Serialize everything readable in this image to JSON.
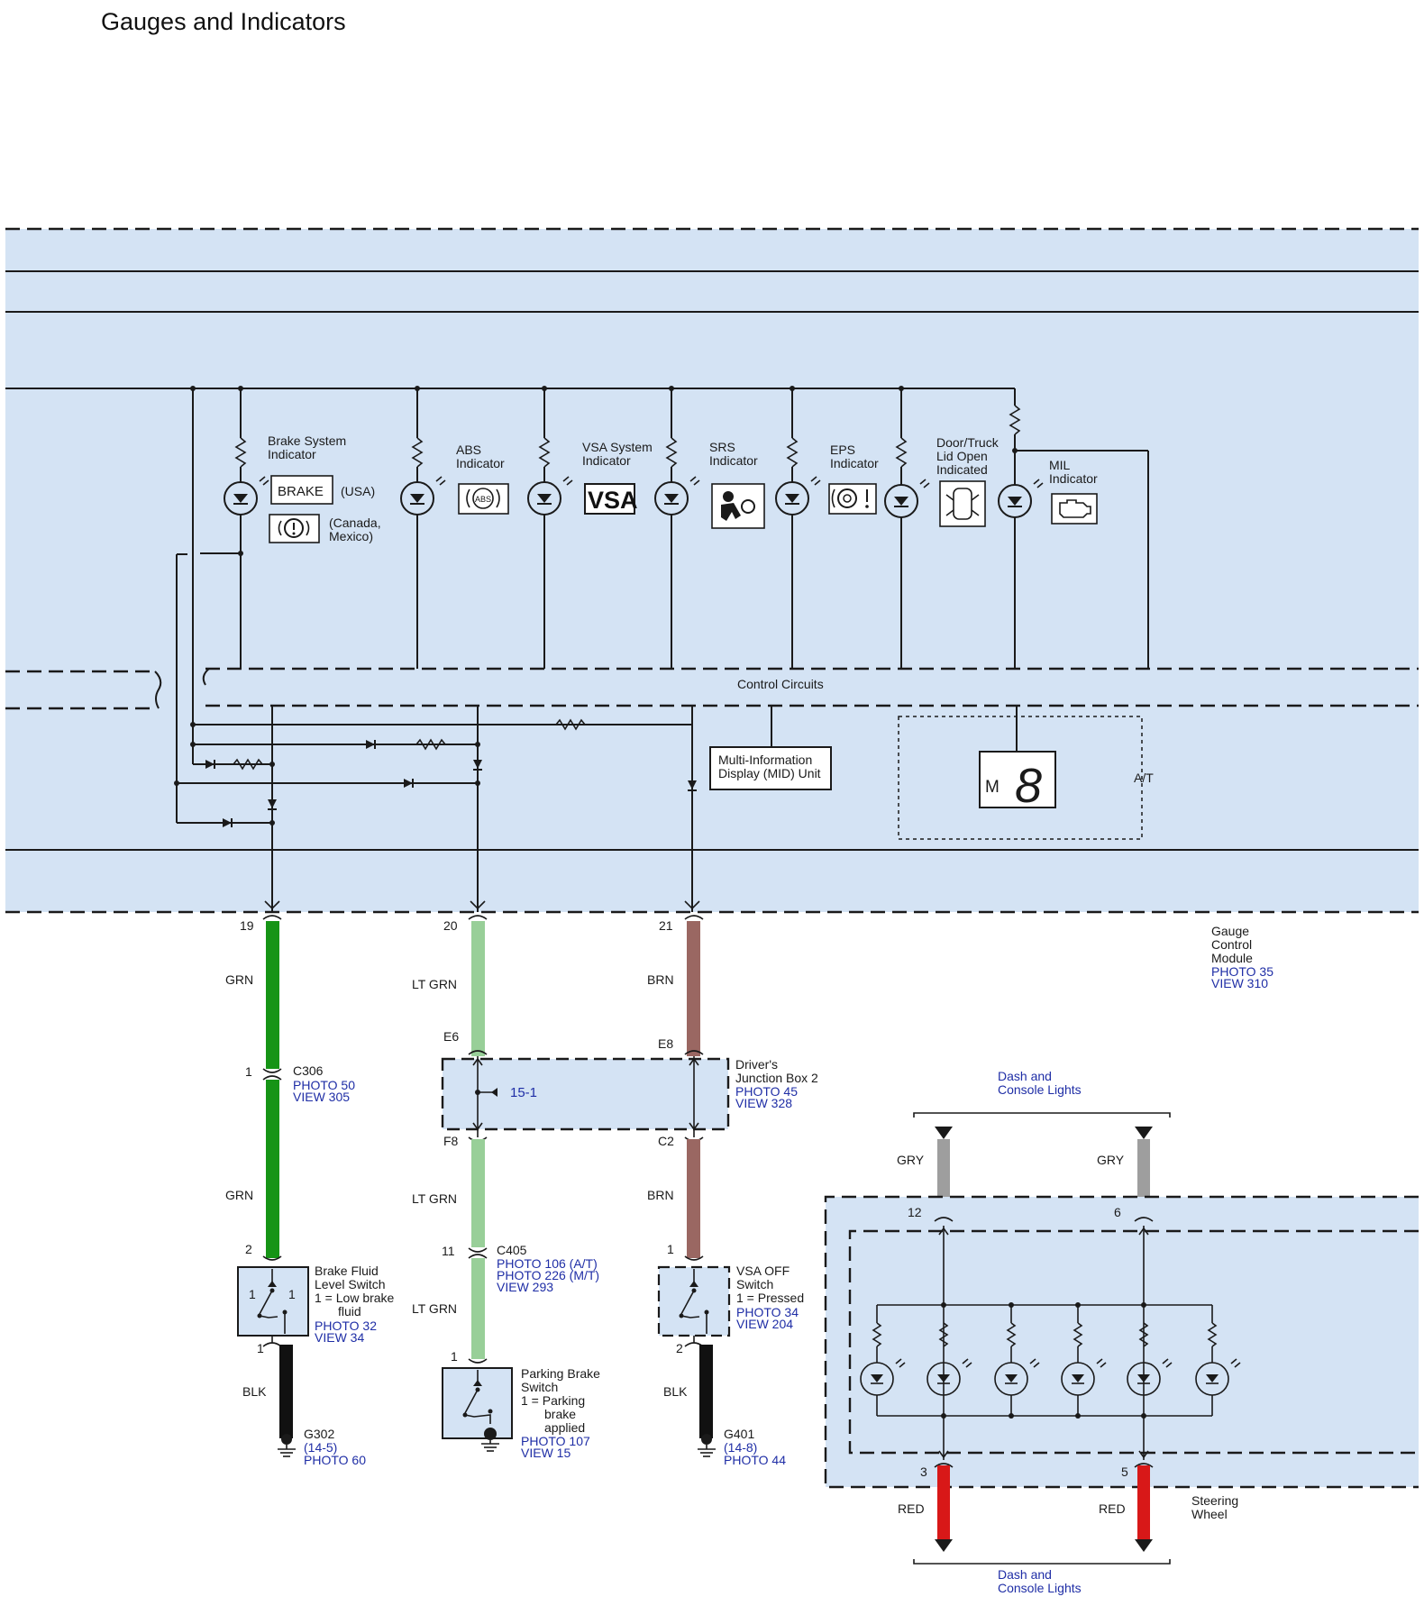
{
  "page_title": "Gauges and Indicators",
  "gauge_module": {
    "label_lines": [
      "Gauge",
      "Control",
      "Module"
    ],
    "photo": "PHOTO 35",
    "view": "VIEW 310",
    "control_circuits": "Control Circuits",
    "mid_unit_lines": [
      "Multi-Information",
      "Display (MID) Unit"
    ],
    "gear_display_letter": "M",
    "gear_display_digit": "8",
    "at_label": "A/T"
  },
  "indicators": [
    {
      "lines": [
        "Brake System",
        "Indicator"
      ],
      "symbol": "BRAKE",
      "symbol_alt": "brake-circle",
      "note_usa": "(USA)",
      "note_other_lines": [
        "(Canada,",
        "Mexico)"
      ]
    },
    {
      "lines": [
        "ABS",
        "Indicator"
      ],
      "symbol": "ABS"
    },
    {
      "lines": [
        "VSA System",
        "Indicator"
      ],
      "symbol": "VSA"
    },
    {
      "lines": [
        "SRS",
        "Indicator"
      ],
      "symbol": "airbag-icon"
    },
    {
      "lines": [
        "EPS",
        "Indicator"
      ],
      "symbol": "steering-warning-icon"
    },
    {
      "lines": [
        "Door/Truck",
        "Lid Open",
        "Indicated"
      ],
      "symbol": "car-doors-icon"
    },
    {
      "lines": [
        "MIL",
        "Indicator"
      ],
      "symbol": "engine-icon"
    }
  ],
  "circuits": [
    {
      "pin": "19",
      "wire1_color": "GRN",
      "connector_pin_top": "1",
      "connector": "C306",
      "connector_photo": "PHOTO 50",
      "connector_view": "VIEW 305",
      "wire2_color": "GRN",
      "switch_pin_top": "2",
      "switch_lines": [
        "Brake Fluid",
        "Level Switch",
        "1 = Low brake",
        "fluid"
      ],
      "switch_photo": "PHOTO 32",
      "switch_view": "VIEW 34",
      "switch_pin_bottom": "1",
      "ground_wire_color": "BLK",
      "ground": "G302",
      "ground_sub": "(14-5)",
      "ground_photo": "PHOTO 60",
      "colors": {
        "wire": "#169416"
      }
    },
    {
      "pin": "20",
      "wire1_color": "LT GRN",
      "jb_top_pin": "E6",
      "jb_bottom_pin": "F8",
      "wire2_color": "LT GRN",
      "connector_pin_top": "11",
      "connector": "C405",
      "connector_photo_lines": [
        "PHOTO 106 (A/T)",
        "PHOTO 226 (M/T)"
      ],
      "connector_view": "VIEW 293",
      "wire3_color": "LT GRN",
      "switch_pin_top": "1",
      "switch_lines": [
        "Parking Brake",
        "Switch",
        "1 = Parking",
        "brake",
        "applied"
      ],
      "switch_photo": "PHOTO 107",
      "switch_view": "VIEW 15",
      "colors": {
        "wire": "#98cf98"
      }
    },
    {
      "pin": "21",
      "wire1_color": "BRN",
      "jb_top_pin": "E8",
      "jb_bottom_pin": "C2",
      "wire2_color": "BRN",
      "switch_pin_top": "1",
      "switch_lines": [
        "VSA OFF",
        "Switch",
        "1 = Pressed"
      ],
      "switch_photo": "PHOTO 34",
      "switch_view": "VIEW 204",
      "switch_pin_bottom": "2",
      "ground_wire_color": "BLK",
      "ground": "G401",
      "ground_sub": "(14-8)",
      "ground_photo": "PHOTO 44",
      "colors": {
        "wire": "#9a6762"
      }
    }
  ],
  "junction_box": {
    "lines": [
      "Driver's",
      "Junction Box 2"
    ],
    "photo": "PHOTO 45",
    "view": "VIEW 328",
    "ref": "15-1"
  },
  "steering_wheel": {
    "label_lines": [
      "Steering",
      "Wheel"
    ],
    "top_label_lines": [
      "Dash and",
      "Console Lights"
    ],
    "bottom_label_lines": [
      "Dash and",
      "Console Lights"
    ],
    "left_top_wire": "GRY",
    "right_top_wire": "GRY",
    "left_top_pin": "12",
    "right_top_pin": "6",
    "left_bottom_pin": "3",
    "right_bottom_pin": "5",
    "left_bottom_wire": "RED",
    "right_bottom_wire": "RED",
    "colors": {
      "gray_wire": "#9e9e9e",
      "red_wire": "#d81818"
    }
  },
  "colors": {
    "module_fill": "#d4e3f4",
    "line": "#1a1a1a",
    "reference_text": "#1f2ea6",
    "black_wire": "#111111"
  }
}
